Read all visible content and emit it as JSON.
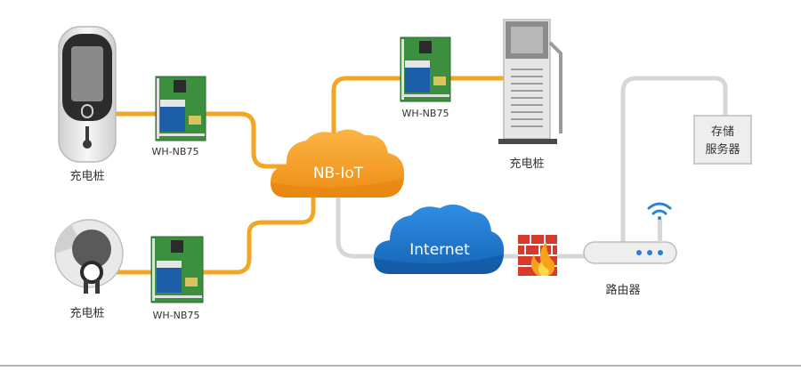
{
  "nodes": {
    "charger_top_left": {
      "label": "充电桩"
    },
    "charger_bottom_left": {
      "label": "充电桩"
    },
    "charger_top_right": {
      "label": "充电桩"
    },
    "module_top_left": {
      "label": "WH-NB75"
    },
    "module_bottom_left": {
      "label": "WH-NB75"
    },
    "module_top_right": {
      "label": "WH-NB75"
    },
    "nbiot_cloud": {
      "label": "NB-IoT"
    },
    "internet_cloud": {
      "label": "Internet"
    },
    "router": {
      "label": "路由器"
    },
    "server": {
      "label_line1": "存储",
      "label_line2": "服务器"
    }
  },
  "colors": {
    "nbiot_link": "#f2a623",
    "internet_link": "#d7d7d7",
    "nbiot_cloud": "#f29a1c",
    "internet_cloud": "#1f7ad0",
    "pcb": "#3c8f3e",
    "firewall": "#d63a2a",
    "wifi": "#2f7fd6",
    "divider": "#9a9a9a"
  }
}
